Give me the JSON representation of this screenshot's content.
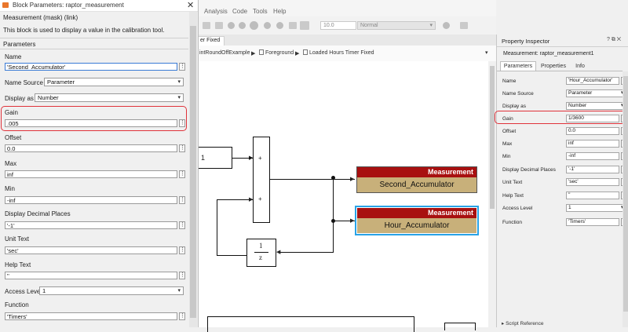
{
  "dialog": {
    "title": "Block Parameters: raptor_measurement",
    "mask_header": "Measurement (mask) (link)",
    "description": "This block is used to display a value in the calibration tool.",
    "section": "Parameters",
    "name_label": "Name",
    "name_value": "'Second_Accumulator'",
    "name_source_label": "Name Source",
    "name_source_value": "Parameter",
    "display_as_label": "Display as",
    "display_as_value": "Number",
    "gain_label": "Gain",
    "gain_value": ".005",
    "offset_label": "Offset",
    "offset_value": "0.0",
    "max_label": "Max",
    "max_value": "inf",
    "min_label": "Min",
    "min_value": "-inf",
    "decimal_label": "Display Decimal Places",
    "decimal_value": "'-1'",
    "unit_label": "Unit Text",
    "unit_value": "'sec'",
    "help_label": "Help Text",
    "help_value": "''",
    "access_label": "Access Level",
    "access_value": "1",
    "function_label": "Function",
    "function_value": "'Timers'",
    "dots": "⋮",
    "close_glyph": "✕"
  },
  "main": {
    "menu": [
      "Analysis",
      "Code",
      "Tools",
      "Help"
    ],
    "stop_time": "10.0",
    "sim_mode": "Normal",
    "tab": "er Fixed",
    "breadcrumbs": [
      "intRoundOffExample",
      "Foreground",
      "Loaded Hours Timer Fixed"
    ],
    "const_block": "1",
    "sum_plus_top": "+",
    "sum_plus_bottom": "+",
    "delay_num": "1",
    "delay_den": "z",
    "meas1_header": "Measurement",
    "meas1_value": "Second_Accumulator",
    "meas2_header": "Measurement",
    "meas2_value": "Hour_Accumulator"
  },
  "inspector": {
    "title": "Property Inspector",
    "header_icons": "? ⧉ ✕",
    "measurement_label": "Measurement: raptor_measurement1",
    "tabs": [
      "Parameters",
      "Properties",
      "Info"
    ],
    "rows": [
      {
        "label": "Name",
        "value": "'Hour_Accumulator'"
      },
      {
        "label": "Name Source",
        "value": "Parameter"
      },
      {
        "label": "Display as",
        "value": "Number"
      },
      {
        "label": "Gain",
        "value": "1/3600"
      },
      {
        "label": "Offset",
        "value": "0.0"
      },
      {
        "label": "Max",
        "value": "inf"
      },
      {
        "label": "Min",
        "value": "-inf"
      },
      {
        "label": "Display Decimal Places",
        "value": "'-1'"
      },
      {
        "label": "Unit Text",
        "value": "'sec'"
      },
      {
        "label": "Help Text",
        "value": "''"
      },
      {
        "label": "Access Level",
        "value": "1"
      },
      {
        "label": "Function",
        "value": "'Timers'"
      }
    ],
    "footer": "Script Reference"
  },
  "colors": {
    "highlight": "#e0323a",
    "measurement_header": "#a81010",
    "measurement_body": "#c8b07a",
    "selection": "#29a3e6"
  }
}
